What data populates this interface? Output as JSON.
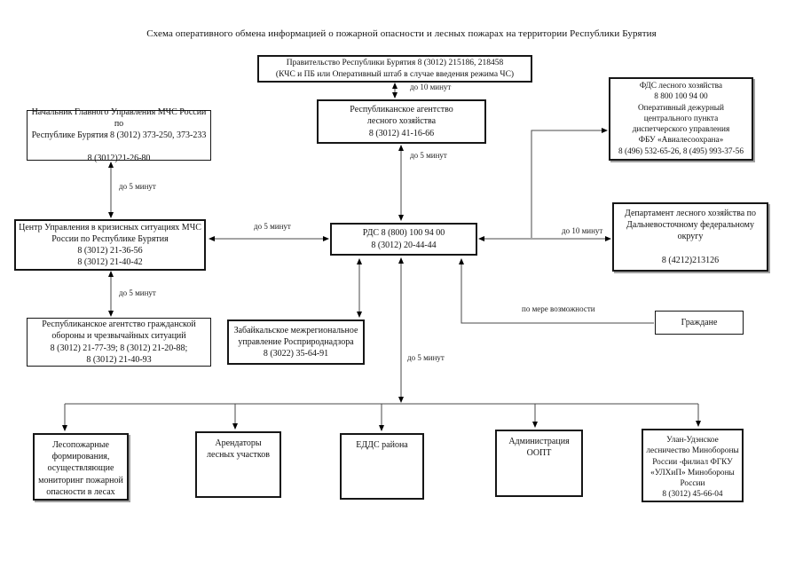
{
  "title": "Схема оперативного обмена информацией о пожарной опасности и лесных пожарах на территории Республики Бурятия",
  "colors": {
    "background": "#ffffff",
    "box_border": "#161616",
    "line": "#4a4a4a"
  },
  "nodes": {
    "government": {
      "text": "Правительство Республики Бурятия  8 (3012) 215186, 218458\n(КЧС и ПБ или Оперативный штаб в случае введения режима ЧС)"
    },
    "forest_agency": {
      "text": "Республиканское агентство\nлесного хозяйства\n8 (3012) 41-16-66"
    },
    "fds": {
      "text": "ФДС лесного хозяйства\n8 800 100 94 00\nОперативный дежурный\nцентрального пункта\nдиспетчерского управления\nФБУ «Авиалесоохрана»\n8 (496) 532-65-26, 8 (495) 993-37-56"
    },
    "mchs_chief": {
      "text": "Начальник Главного Управления МЧС России по\nРеспублике Бурятия 8 (3012) 373-250, 373-233\n\n8 (3012)21-26-80"
    },
    "crisis_center": {
      "text": "Центр Управления в кризисных ситуациях МЧС\nРоссии по Республике Бурятия\n8 (3012) 21-36-56\n8 (3012) 21-40-42"
    },
    "rds": {
      "text": "РДС 8 (800) 100 94 00\n8 (3012) 20-44-44"
    },
    "far_east_dept": {
      "text": "Департамент лесного хозяйства по\nДальневосточному федеральному\nокругу\n\n8 (4212)213126"
    },
    "civil_defense": {
      "text": "Республиканское агентство гражданской\nобороны и чрезвычайных ситуаций\n8 (3012) 21-77-39; 8 (3012) 21-20-88;\n8 (3012) 21-40-93"
    },
    "rosprirodnadzor": {
      "text": "Забайкальское межрегиональное\nуправление Росприроднадзора\n8 (3022) 35-64-91"
    },
    "citizens": {
      "text": "Граждане"
    },
    "fire_units": {
      "text": "Лесопожарные\nформирования,\nосуществляющие\nмониторинг пожарной\nопасности в лесах"
    },
    "renters": {
      "text": "Арендаторы\nлесных участков"
    },
    "edds": {
      "text": "ЕДДС района"
    },
    "oopt_admin": {
      "text": "Администрация\nООПТ"
    },
    "ulan_ude": {
      "text": "Улан-Удэнское\nлесничество Минобороны\nРоссии -филиал ФГКУ\n«УЛХиП» Минобороны\nРоссии\n8 (3012) 45-66-04"
    }
  },
  "edge_labels": {
    "gov_agency": "до 10 минут",
    "agency_rds": "до 5 минут",
    "chief_crisis": "до 5 минут",
    "crisis_civil": "до 5 минут",
    "crisis_rds": "до 5 минут",
    "rds_dept": "до 10 минут",
    "citizens_rds": "по мере возможности",
    "rds_bottom": "до 5 минут"
  }
}
